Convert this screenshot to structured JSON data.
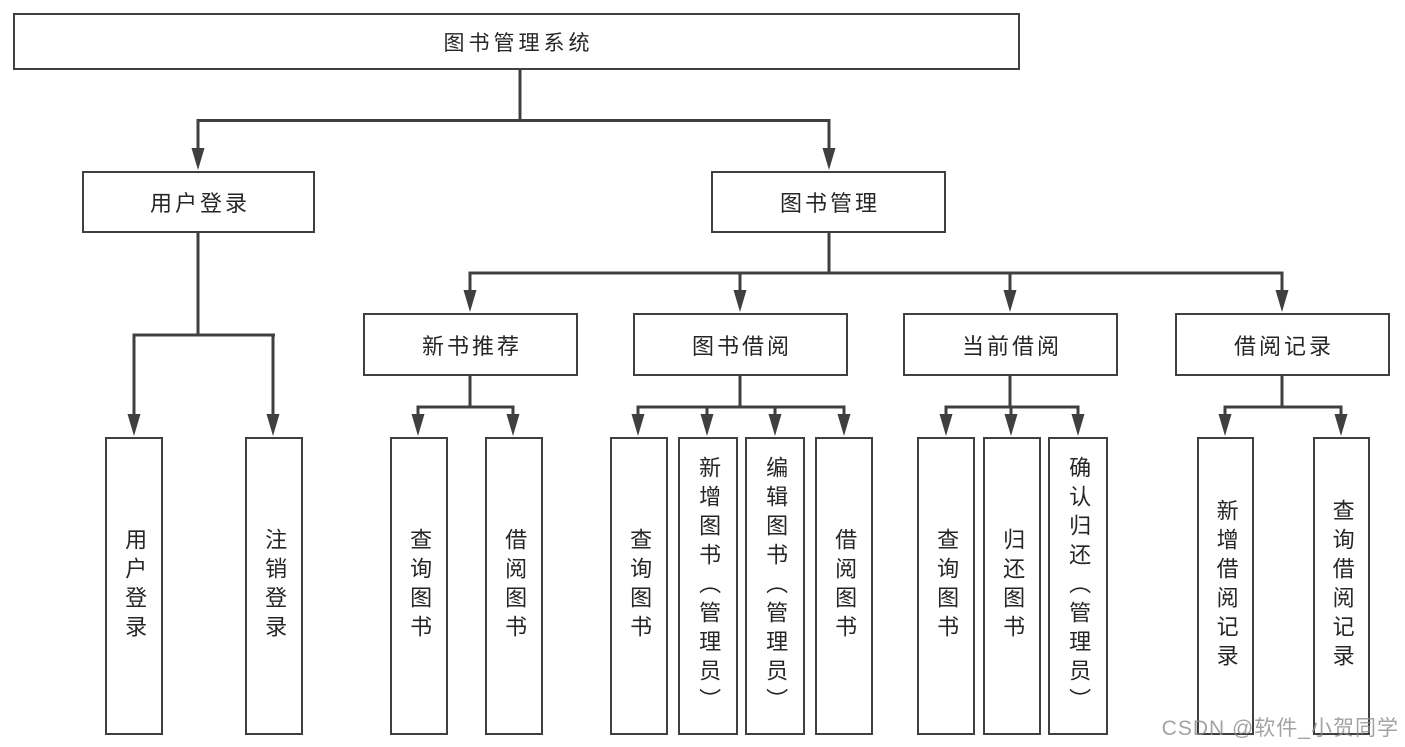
{
  "tree": {
    "root": {
      "label": "图书管理系统",
      "children": [
        {
          "label": "用户登录",
          "children": [
            {
              "label": "用户登录"
            },
            {
              "label": "注销登录"
            }
          ]
        },
        {
          "label": "图书管理",
          "children": [
            {
              "label": "新书推荐",
              "children": [
                {
                  "label": "查询图书"
                },
                {
                  "label": "借阅图书"
                }
              ]
            },
            {
              "label": "图书借阅",
              "children": [
                {
                  "label": "查询图书"
                },
                {
                  "label": "新增图书（管理员）"
                },
                {
                  "label": "编辑图书（管理员）"
                },
                {
                  "label": "借阅图书"
                }
              ]
            },
            {
              "label": "当前借阅",
              "children": [
                {
                  "label": "查询图书"
                },
                {
                  "label": "归还图书"
                },
                {
                  "label": "确认归还（管理员）"
                }
              ]
            },
            {
              "label": "借阅记录",
              "children": [
                {
                  "label": "新增借阅记录"
                },
                {
                  "label": "查询借阅记录"
                }
              ]
            }
          ]
        }
      ]
    }
  },
  "watermark": "CSDN @软件_小贺同学",
  "colors": {
    "line": "#3f3f3f",
    "box_border": "#3f3f3f",
    "text": "#262626",
    "watermark": "#8c8c8c",
    "background": "#ffffff"
  }
}
